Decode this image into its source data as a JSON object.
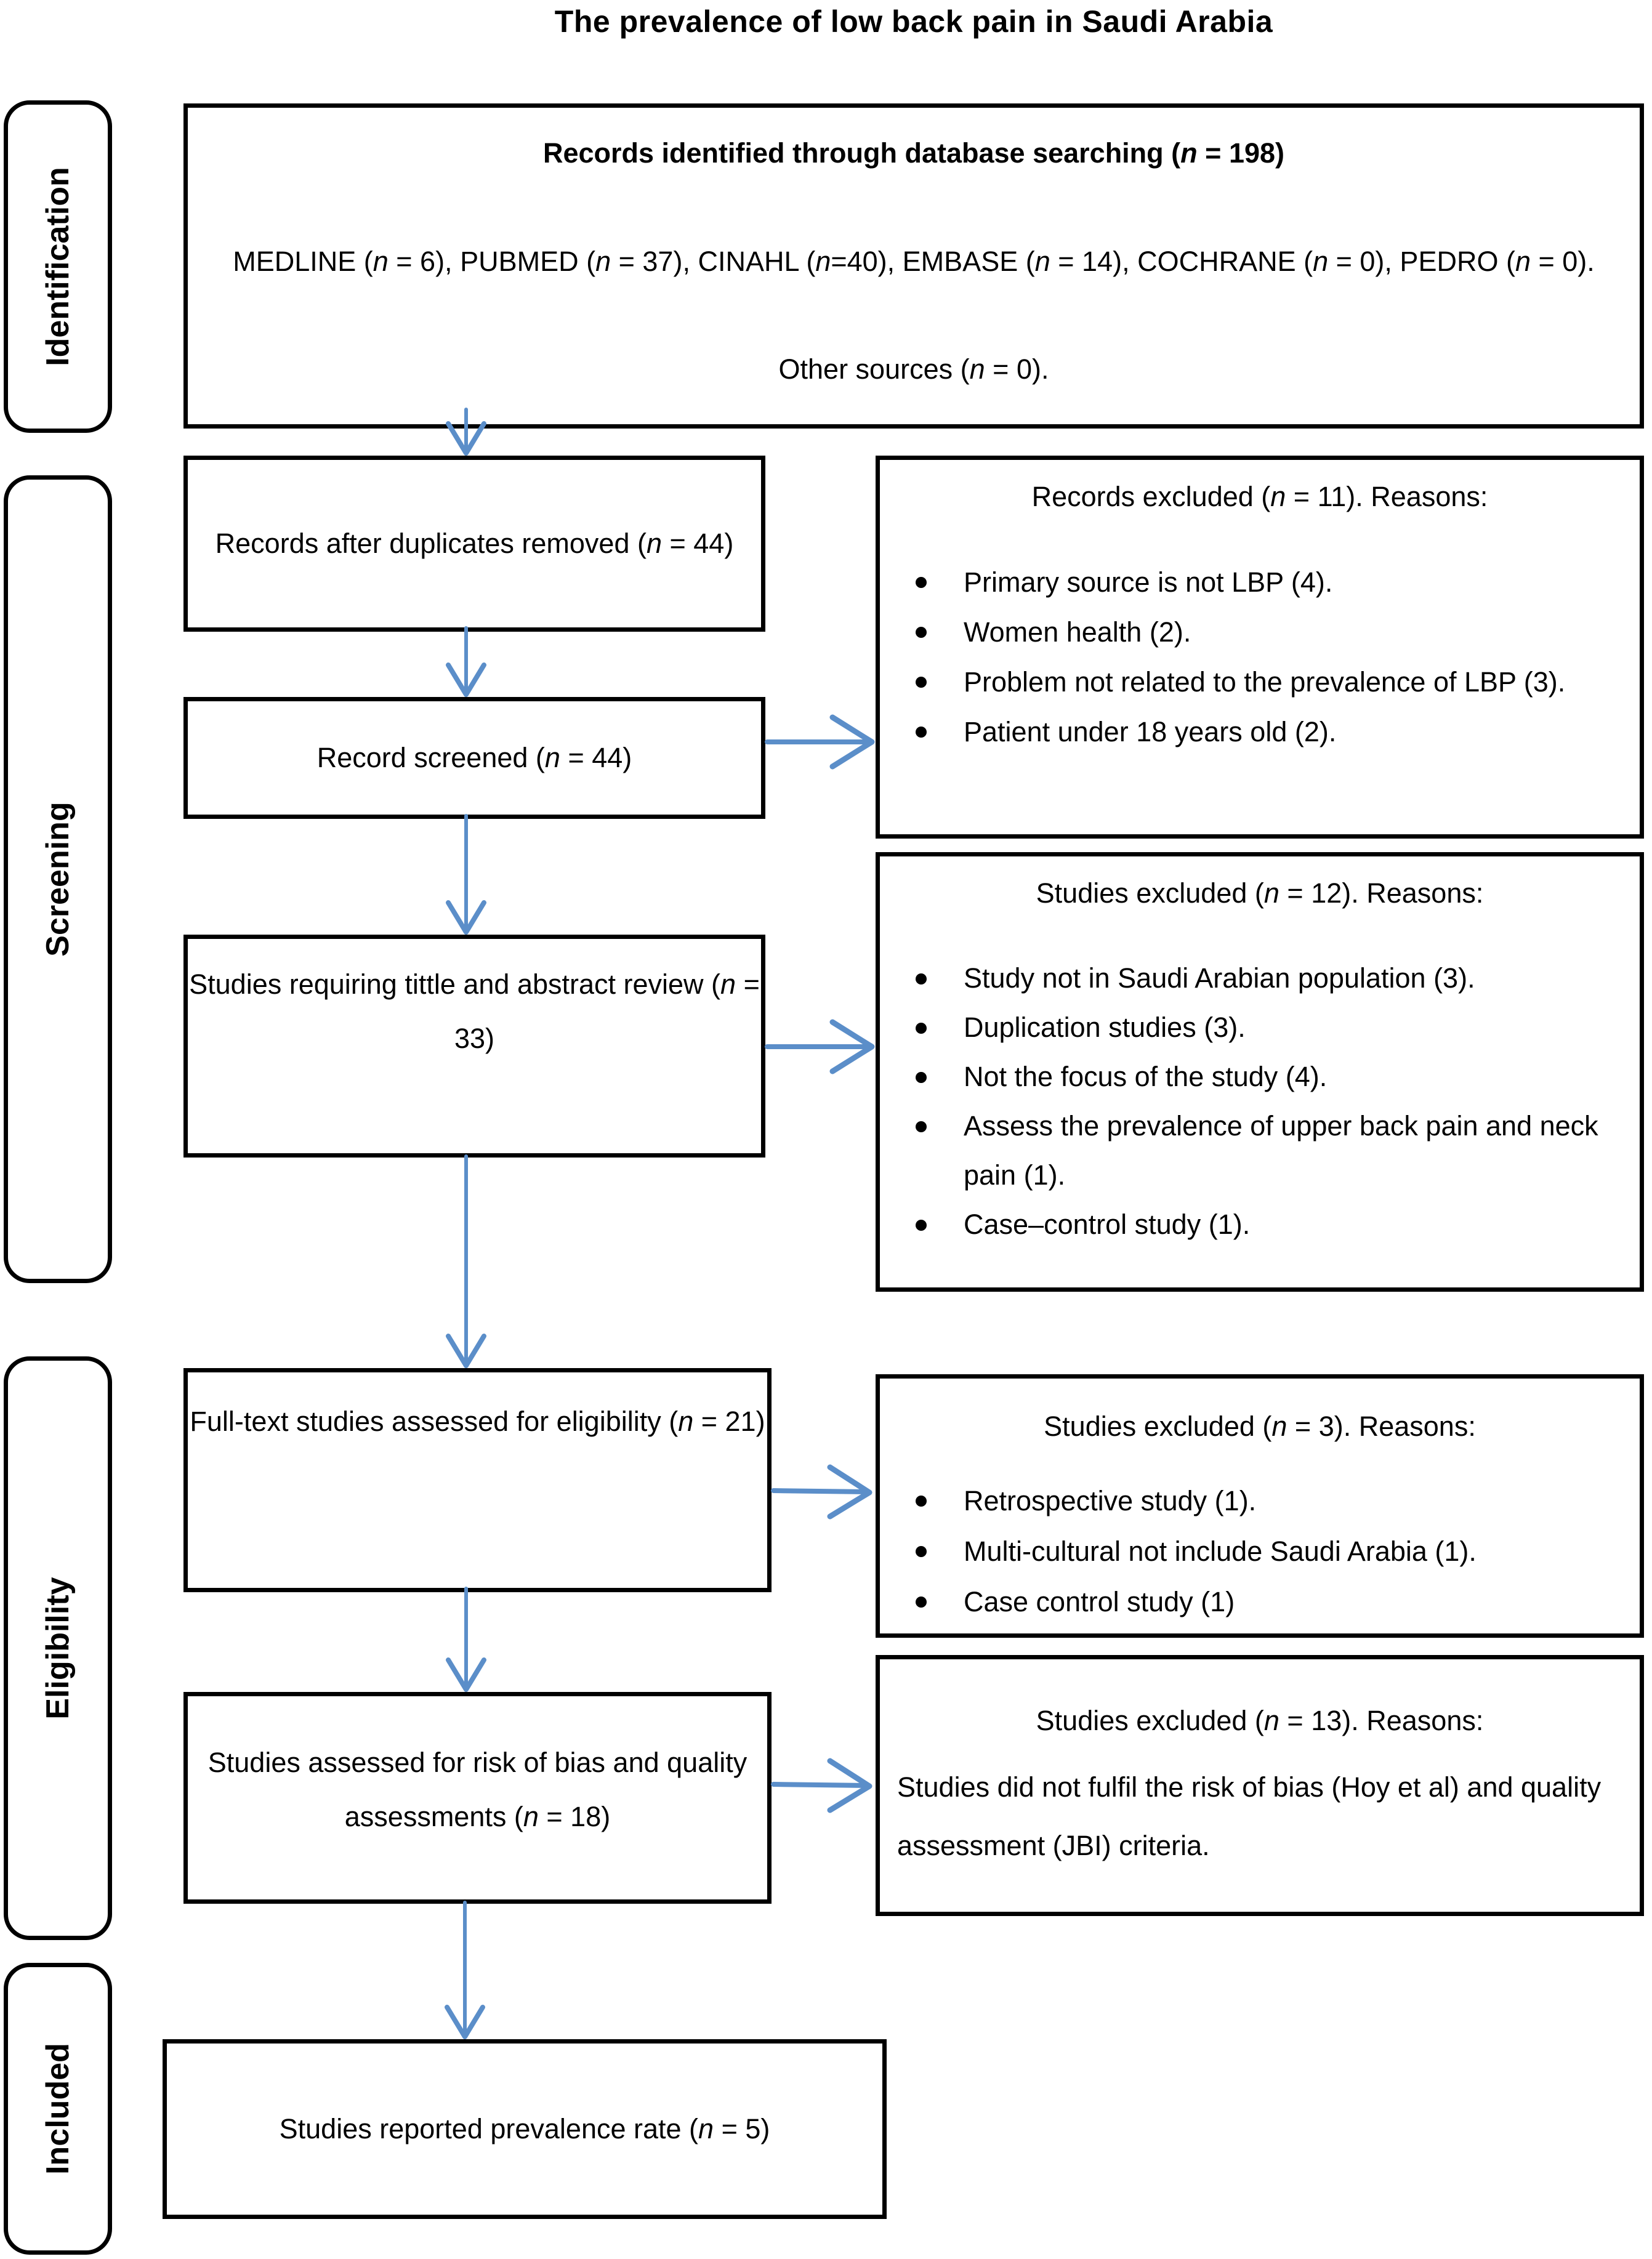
{
  "title": "The prevalence of low back pain in Saudi Arabia",
  "colors": {
    "arrow_blue": "#5b8ec9",
    "box_border": "#000000",
    "background": "#ffffff"
  },
  "sidebar": {
    "labels": [
      "Identification",
      "Screening",
      "Eligibility",
      "Included"
    ]
  },
  "main": {
    "identified": {
      "title": "Records identified through database searching (n = 198)",
      "databases": "MEDLINE (n = 6), PUBMED (n = 37), CINAHL (n=40), EMBASE (n = 14), COCHRANE (n = 0), PEDRO (n = 0).",
      "other_sources": "Other sources (n = 0)."
    },
    "duplicates_removed": "Records after duplicates removed (n = 44)",
    "screened": "Record screened (n = 44)",
    "title_abstract_review": "Studies requiring tittle and abstract review (n = 33)",
    "fulltext_assessed": "Full-text studies assessed for eligibility (n = 21)",
    "risk_of_bias": "Studies assessed for risk of bias and quality assessments (n = 18)",
    "prevalence_reported": "Studies reported prevalence rate (n = 5)"
  },
  "excluded": {
    "records": {
      "title": "Records excluded (n = 11). Reasons:",
      "items": [
        "Primary source is not LBP (4).",
        "Women health (2).",
        "Problem not related to the prevalence of LBP (3).",
        "Patient under 18 years old (2)."
      ]
    },
    "studies12": {
      "title": "Studies excluded (n = 12). Reasons:",
      "items": [
        "Study not in Saudi Arabian population (3).",
        "Duplication studies (3).",
        "Not the focus of the study (4).",
        "Assess the prevalence of upper back pain and neck pain (1).",
        "Case–control study (1)."
      ]
    },
    "studies3": {
      "title": "Studies excluded (n = 3). Reasons:",
      "items": [
        "Retrospective study (1).",
        "Multi-cultural not include Saudi Arabia (1).",
        "Case control study (1)"
      ]
    },
    "studies13": {
      "title": "Studies excluded (n = 13). Reasons:",
      "body": "Studies did not fulfil the risk of bias (Hoy et al) and quality assessment (JBI) criteria."
    }
  }
}
